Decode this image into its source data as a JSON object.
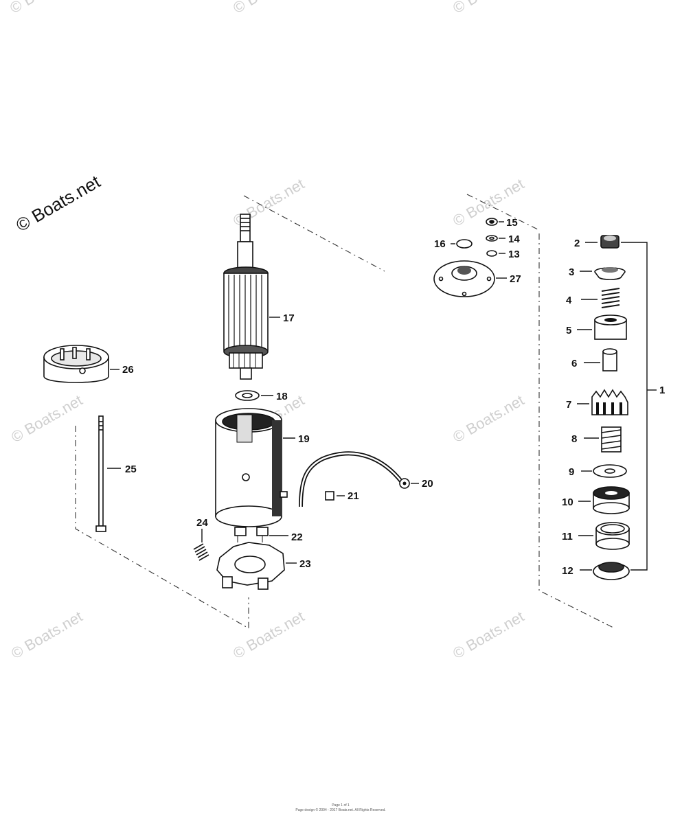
{
  "watermarks": {
    "main": "© Boats.net",
    "tile": "© Boats.net"
  },
  "callouts": {
    "c1": "1",
    "c2": "2",
    "c3": "3",
    "c4": "4",
    "c5": "5",
    "c6": "6",
    "c7": "7",
    "c8": "8",
    "c9": "9",
    "c10": "10",
    "c11": "11",
    "c12": "12",
    "c13": "13",
    "c14": "14",
    "c15": "15",
    "c16": "16",
    "c17": "17",
    "c18": "18",
    "c19": "19",
    "c20": "20",
    "c21": "21",
    "c22": "22",
    "c23": "23",
    "c24": "24",
    "c25": "25",
    "c26": "26",
    "c27": "27"
  },
  "footer": {
    "line1": "Page 1 of 1",
    "line2": "Page design © 2004 - 2017 Boats.net. All Rights Reserved."
  }
}
